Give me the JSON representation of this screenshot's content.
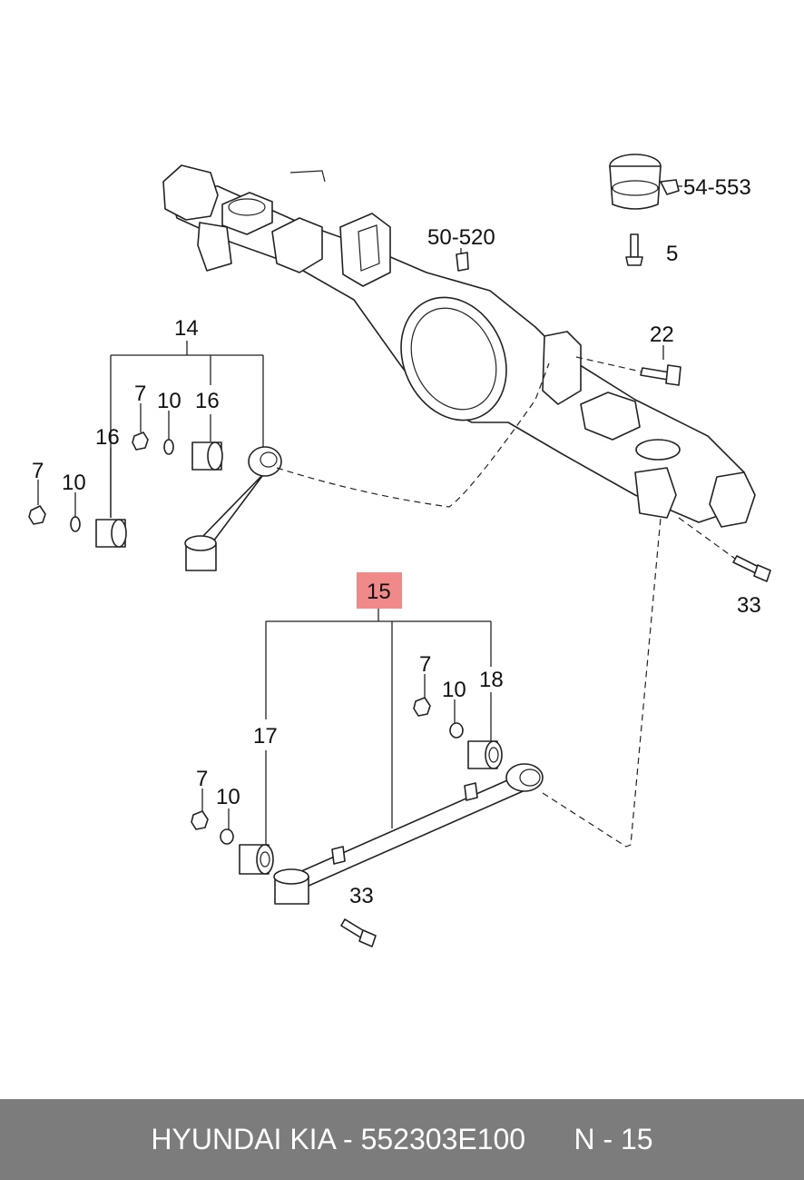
{
  "diagram": {
    "callouts": [
      {
        "id": "c-54553",
        "text": "54-553"
      },
      {
        "id": "c-5",
        "text": "5"
      },
      {
        "id": "c-50520",
        "text": "50-520"
      },
      {
        "id": "c-22",
        "text": "22"
      },
      {
        "id": "c-14",
        "text": "14"
      },
      {
        "id": "c-7a",
        "text": "7"
      },
      {
        "id": "c-10a",
        "text": "10"
      },
      {
        "id": "c-16a",
        "text": "16"
      },
      {
        "id": "c-16b",
        "text": "16"
      },
      {
        "id": "c-7b",
        "text": "7"
      },
      {
        "id": "c-10b",
        "text": "10"
      },
      {
        "id": "c-33a",
        "text": "33"
      },
      {
        "id": "c-15",
        "text": "15"
      },
      {
        "id": "c-7c",
        "text": "7"
      },
      {
        "id": "c-10c",
        "text": "10"
      },
      {
        "id": "c-18",
        "text": "18"
      },
      {
        "id": "c-17",
        "text": "17"
      },
      {
        "id": "c-7d",
        "text": "7"
      },
      {
        "id": "c-10d",
        "text": "10"
      },
      {
        "id": "c-33b",
        "text": "33"
      }
    ],
    "highlight_color": "#f08a8a"
  },
  "footer": {
    "brand_part": "HYUNDAI KIA - 552303E100",
    "page_ref": "N - 15"
  }
}
